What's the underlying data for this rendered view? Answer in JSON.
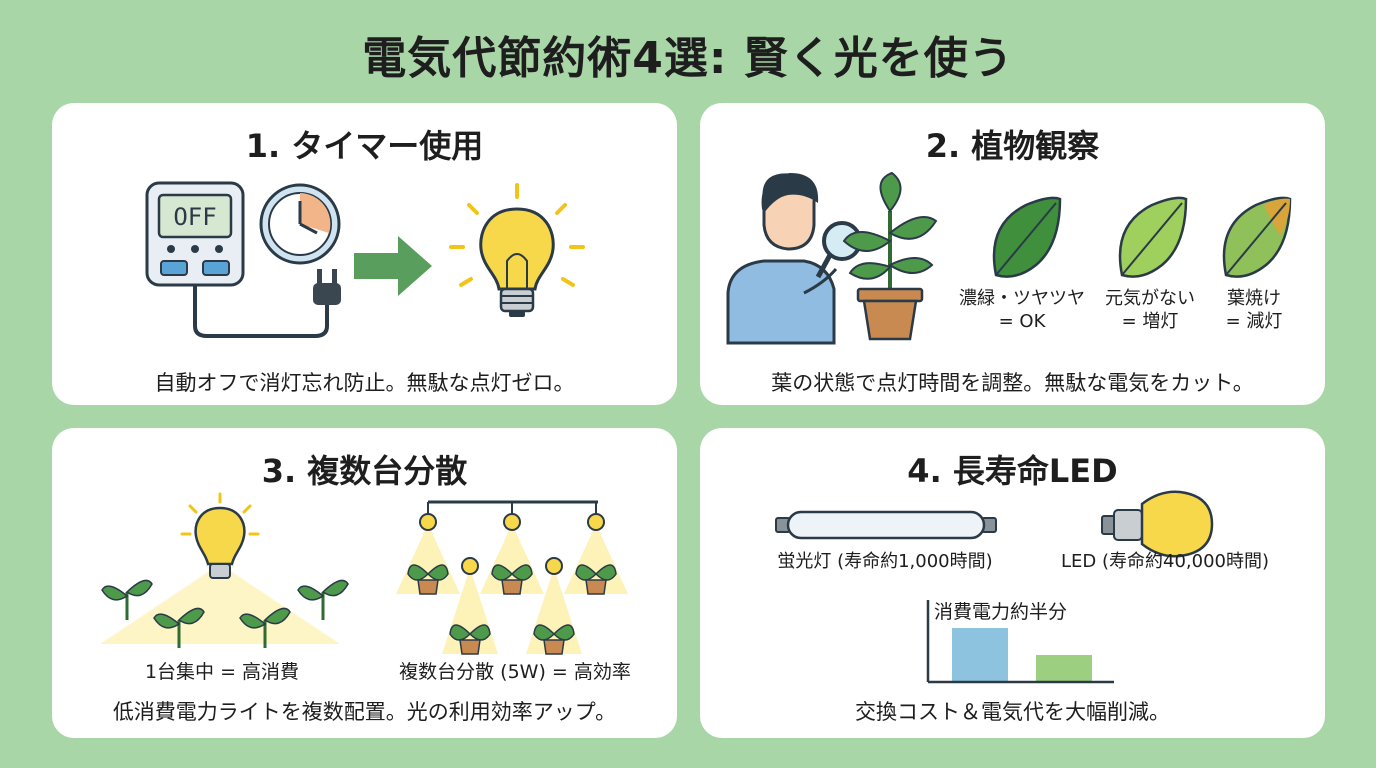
{
  "title": "電気代節約術4選: 賢く光を使う",
  "colors": {
    "background": "#a9d6a7",
    "card": "#ffffff",
    "arrow": "#5a9e5d",
    "bulb": "#f7d84a",
    "bar_fluorescent": "#8ec3e0",
    "bar_led": "#9ccf7f"
  },
  "cards": [
    {
      "title": "1. タイマー使用",
      "timer_display": "OFF",
      "caption": "自動オフで消灯忘れ防止。無駄な点灯ゼロ。",
      "icons": [
        "timer-plug-icon",
        "clock-icon",
        "arrow-right-icon",
        "light-bulb-icon"
      ]
    },
    {
      "title": "2. 植物観察",
      "leaves": [
        {
          "line1": "濃緑・ツヤツヤ",
          "line2": "= OK"
        },
        {
          "line1": "元気がない",
          "line2": "= 増灯"
        },
        {
          "line1": "葉焼け",
          "line2": "= 減灯"
        }
      ],
      "caption": "葉の状態で点灯時間を調整。無駄な電気をカット。",
      "icons": [
        "person-magnifier-icon",
        "potted-plant-icon",
        "leaf-icon"
      ]
    },
    {
      "title": "3. 複数台分散",
      "left_label": "1台集中 = 高消費",
      "right_label": "複数台分散 (5W) = 高効率",
      "caption": "低消費電力ライトを複数配置。光の利用効率アップ。",
      "icons": [
        "single-bulb-icon",
        "multi-lamp-icon",
        "seedling-icon"
      ]
    },
    {
      "title": "4. 長寿命LED",
      "fluorescent_label": "蛍光灯 (寿命約1,000時間)",
      "led_label": "LED (寿命約40,000時間)",
      "chart_title": "消費電力約半分",
      "caption": "交換コスト＆電気代を大幅削減。",
      "icons": [
        "fluorescent-tube-icon",
        "led-bulb-icon",
        "bar-chart-icon"
      ]
    }
  ],
  "chart_data": {
    "type": "bar",
    "title": "消費電力約半分",
    "categories": [
      "",
      ""
    ],
    "values": [
      1,
      0.5
    ],
    "colors": [
      "#8ec3e0",
      "#9ccf7f"
    ]
  }
}
